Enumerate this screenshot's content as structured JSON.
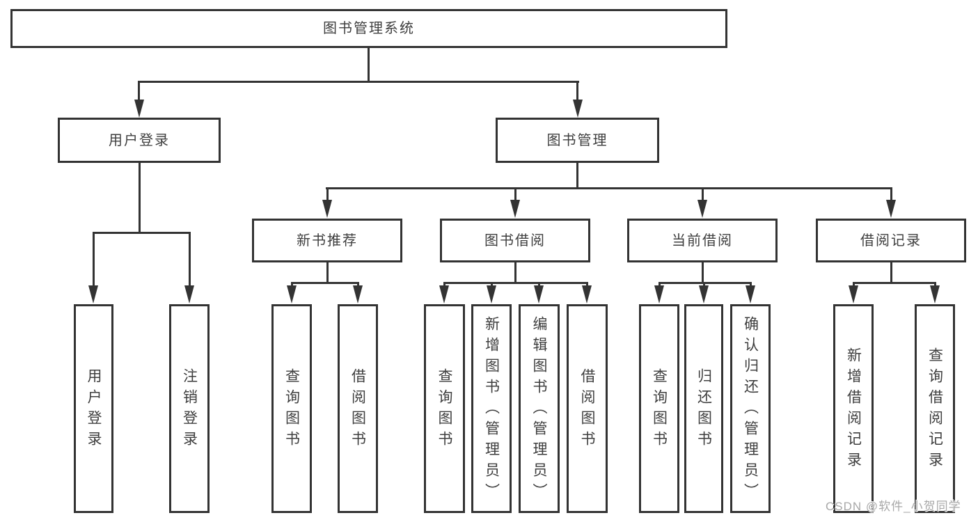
{
  "diagram": {
    "root": {
      "label": "图书管理系统"
    },
    "level2": [
      {
        "id": "user-login",
        "label": "用户登录"
      },
      {
        "id": "book-management",
        "label": "图书管理"
      }
    ],
    "level3": [
      {
        "id": "new-book-recommend",
        "label": "新书推荐"
      },
      {
        "id": "book-borrowing",
        "label": "图书借阅"
      },
      {
        "id": "current-borrowing",
        "label": "当前借阅"
      },
      {
        "id": "borrowing-records",
        "label": "借阅记录"
      }
    ],
    "leaves": {
      "user_login": [
        {
          "label": "用户登录"
        },
        {
          "label": "注销登录"
        }
      ],
      "new_book_recommend": [
        {
          "label": "查询图书"
        },
        {
          "label": "借阅图书"
        }
      ],
      "book_borrowing": [
        {
          "label": "查询图书"
        },
        {
          "label": "新增图书（管理员）"
        },
        {
          "label": "编辑图书（管理员）"
        },
        {
          "label": "借阅图书"
        }
      ],
      "current_borrowing": [
        {
          "label": "查询图书"
        },
        {
          "label": "归还图书"
        },
        {
          "label": "确认归还（管理员）"
        }
      ],
      "borrowing_records": [
        {
          "label": "新增借阅记录"
        },
        {
          "label": "查询借阅记录"
        }
      ]
    },
    "watermark": {
      "text": "CSDN @软件_小贺同学"
    },
    "colors": {
      "line": "#333333",
      "box_border": "#333333",
      "text": "#3e3e3e",
      "background": "#ffffff",
      "watermark": "#a8a8a8"
    }
  }
}
